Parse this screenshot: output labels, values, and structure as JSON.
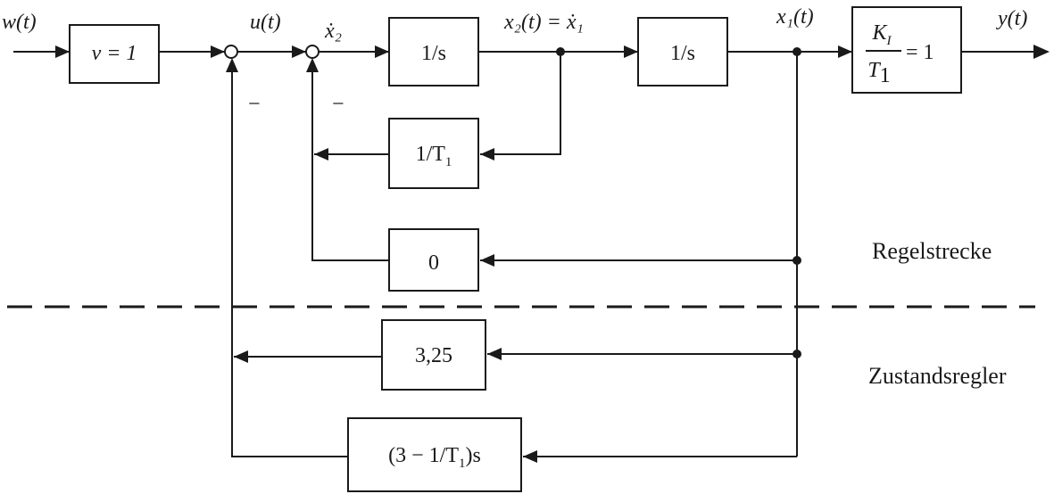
{
  "signals": {
    "w": "w(t)",
    "u": "u(t)",
    "x2dot": "ẋ₂",
    "x2": "x₂(t) = ẋ₁",
    "x1": "x₁(t)",
    "y": "y(t)"
  },
  "blocks": {
    "prefilter": "v = 1",
    "integrator_1": "1/s",
    "integrator_2": "1/s",
    "plant_gain_num": "K",
    "plant_gain_num_sub": "I",
    "plant_gain_den": "T",
    "plant_gain_den_sub": "1",
    "plant_gain_rhs": "= 1",
    "feedback_t1": "1/T",
    "feedback_t1_sub": "1",
    "feedback_zero": "0",
    "controller_k1": "3,25",
    "controller_k2_pre": "(3 − 1/T",
    "controller_k2_sub": "1",
    "controller_k2_post": ")s"
  },
  "sum_signs": {
    "sum1": "−",
    "sum2": "−"
  },
  "regions": {
    "plant": "Regelstrecke",
    "controller": "Zustandsregler"
  },
  "colors": {
    "line": "#1a1a1a",
    "background": "#ffffff"
  }
}
